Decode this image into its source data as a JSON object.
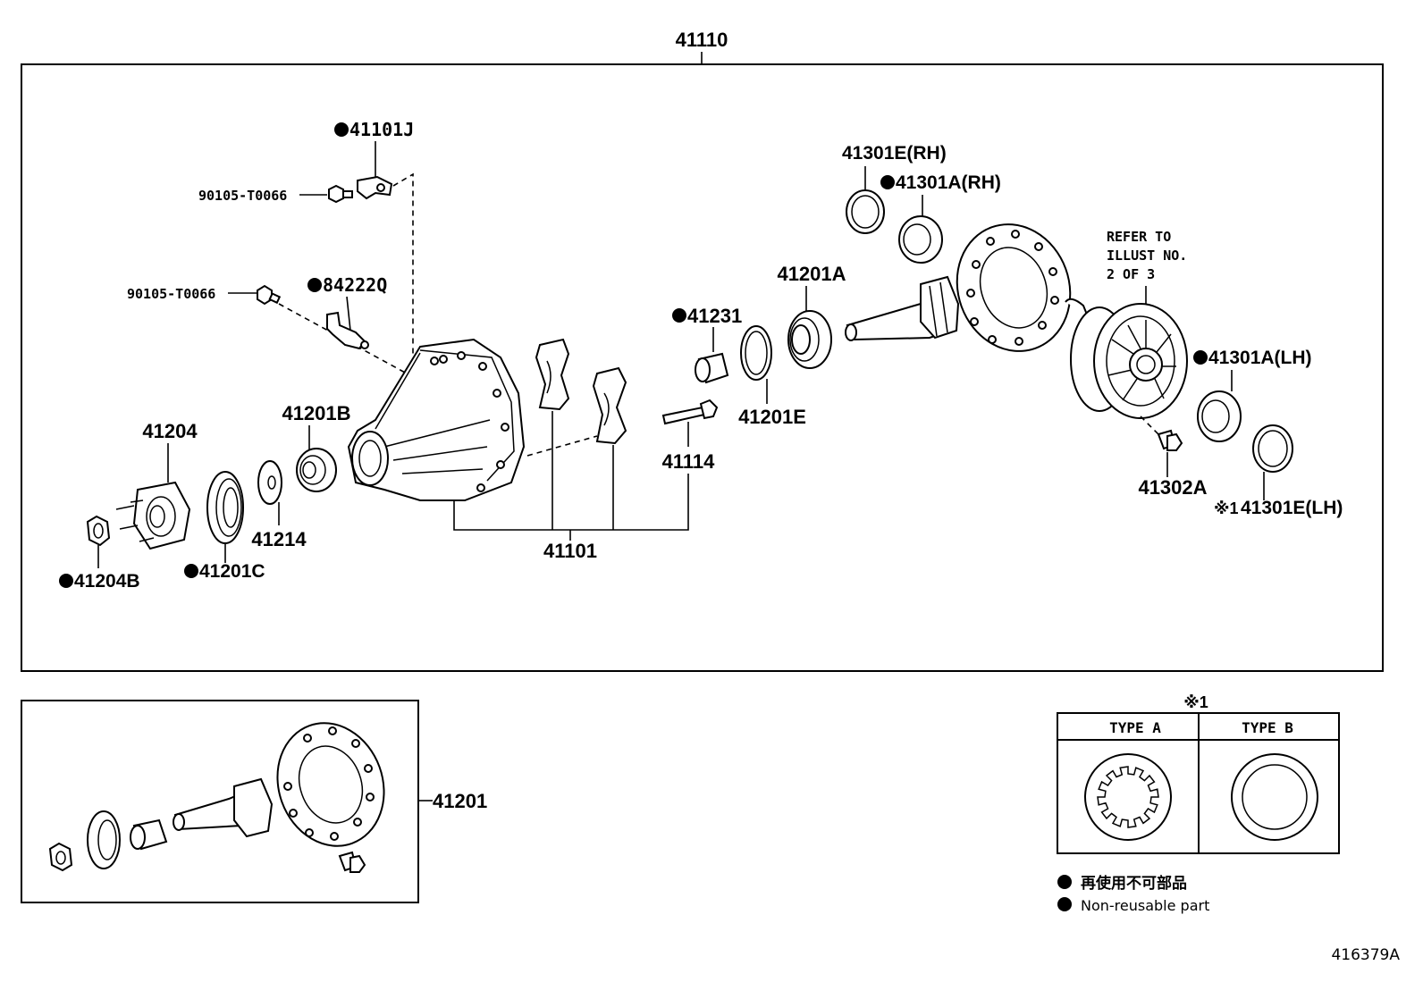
{
  "assembly": "41110",
  "bottom_assembly": "41201",
  "bullet_marker": "●",
  "parts": {
    "p41101J": "41101J",
    "p90105_top": "90105-T0066",
    "p90105_mid": "90105-T0066",
    "p84222Q": "84222Q",
    "p41204": "41204",
    "p41204B": "41204B",
    "p41201C": "41201C",
    "p41214": "41214",
    "p41201B": "41201B",
    "p41101": "41101",
    "p41114": "41114",
    "p41231": "41231",
    "p41201E": "41201E",
    "p41201A": "41201A",
    "p41301E_RH": "41301E(RH)",
    "p41301A_RH": "41301A(RH)",
    "p41301A_LH": "41301A(LH)",
    "p41302A": "41302A",
    "p41301E_LH": "41301E(LH)"
  },
  "note_ref": "※1",
  "refer_note": [
    "REFER TO",
    "ILLUST NO.",
    "2 OF 3"
  ],
  "type_table": {
    "mark": "※1",
    "type_a": "TYPE  A",
    "type_b": "TYPE  B"
  },
  "legend": {
    "japanese": "再使用不可部品",
    "english": "Non-reusable part"
  },
  "illustration_id": "416379A"
}
